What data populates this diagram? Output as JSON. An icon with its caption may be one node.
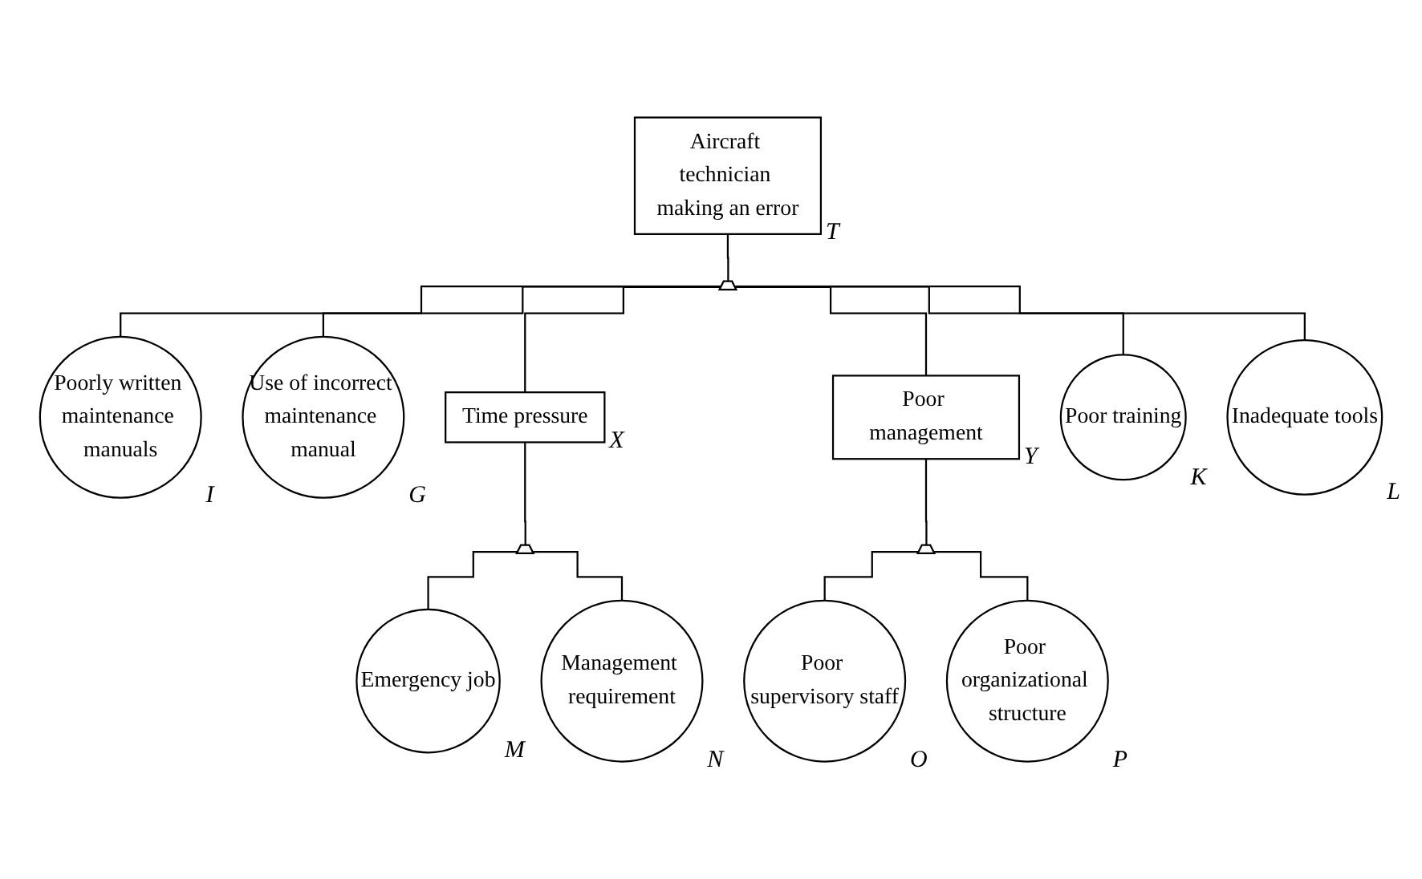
{
  "diagram": {
    "nodes": [
      {
        "text": [
          "Aircraft technician making an error"
        ],
        "beside": [
          "T"
        ]
      },
      {
        "text": [],
        "shape": "gate"
      },
      {
        "text": [
          "Poorly written maintenance manuals"
        ],
        "beside": [
          "I"
        ]
      },
      {
        "text": [
          "Use of incorrect maintenance manual"
        ],
        "beside": [
          "G"
        ]
      },
      {
        "text": [
          "Time pressure"
        ],
        "beside": [
          "X"
        ]
      },
      {
        "text": [
          "Poor management"
        ],
        "beside": [
          "Y"
        ]
      },
      {
        "text": [
          "Poor training"
        ],
        "beside": [
          "K"
        ]
      },
      {
        "text": [
          "Inadequate tools"
        ],
        "beside": [
          "L"
        ]
      },
      {
        "text": [],
        "shape": "gate"
      },
      {
        "text": [],
        "shape": "gate"
      },
      {
        "text": [
          "Emergency job"
        ],
        "beside": [
          "M"
        ]
      },
      {
        "text": [
          "Management requirement"
        ],
        "beside": [
          "N"
        ]
      },
      {
        "text": [
          "Poor supervisory staff"
        ],
        "beside": [
          "O"
        ]
      },
      {
        "text": [
          "Poor organizational structure"
        ],
        "beside": [
          "P"
        ]
      }
    ],
    "edges": [
      {
        "from": 0,
        "to": 1,
        "arrow": "none"
      },
      {
        "from": 1,
        "to": 2,
        "arrow": "none"
      },
      {
        "from": 1,
        "to": 3,
        "arrow": "none"
      },
      {
        "from": 1,
        "to": 4,
        "arrow": "none"
      },
      {
        "from": 1,
        "to": 5,
        "arrow": "none"
      },
      {
        "from": 1,
        "to": 6,
        "arrow": "none"
      },
      {
        "from": 1,
        "to": 7,
        "arrow": "none"
      },
      {
        "from": 4,
        "to": 8,
        "arrow": "none"
      },
      {
        "from": 8,
        "to": 10,
        "arrow": "none"
      },
      {
        "from": 8,
        "to": 11,
        "arrow": "none"
      },
      {
        "from": 5,
        "to": 9,
        "arrow": "none"
      },
      {
        "from": 9,
        "to": 12,
        "arrow": "none"
      },
      {
        "from": 9,
        "to": 13,
        "arrow": "none"
      }
    ]
  }
}
